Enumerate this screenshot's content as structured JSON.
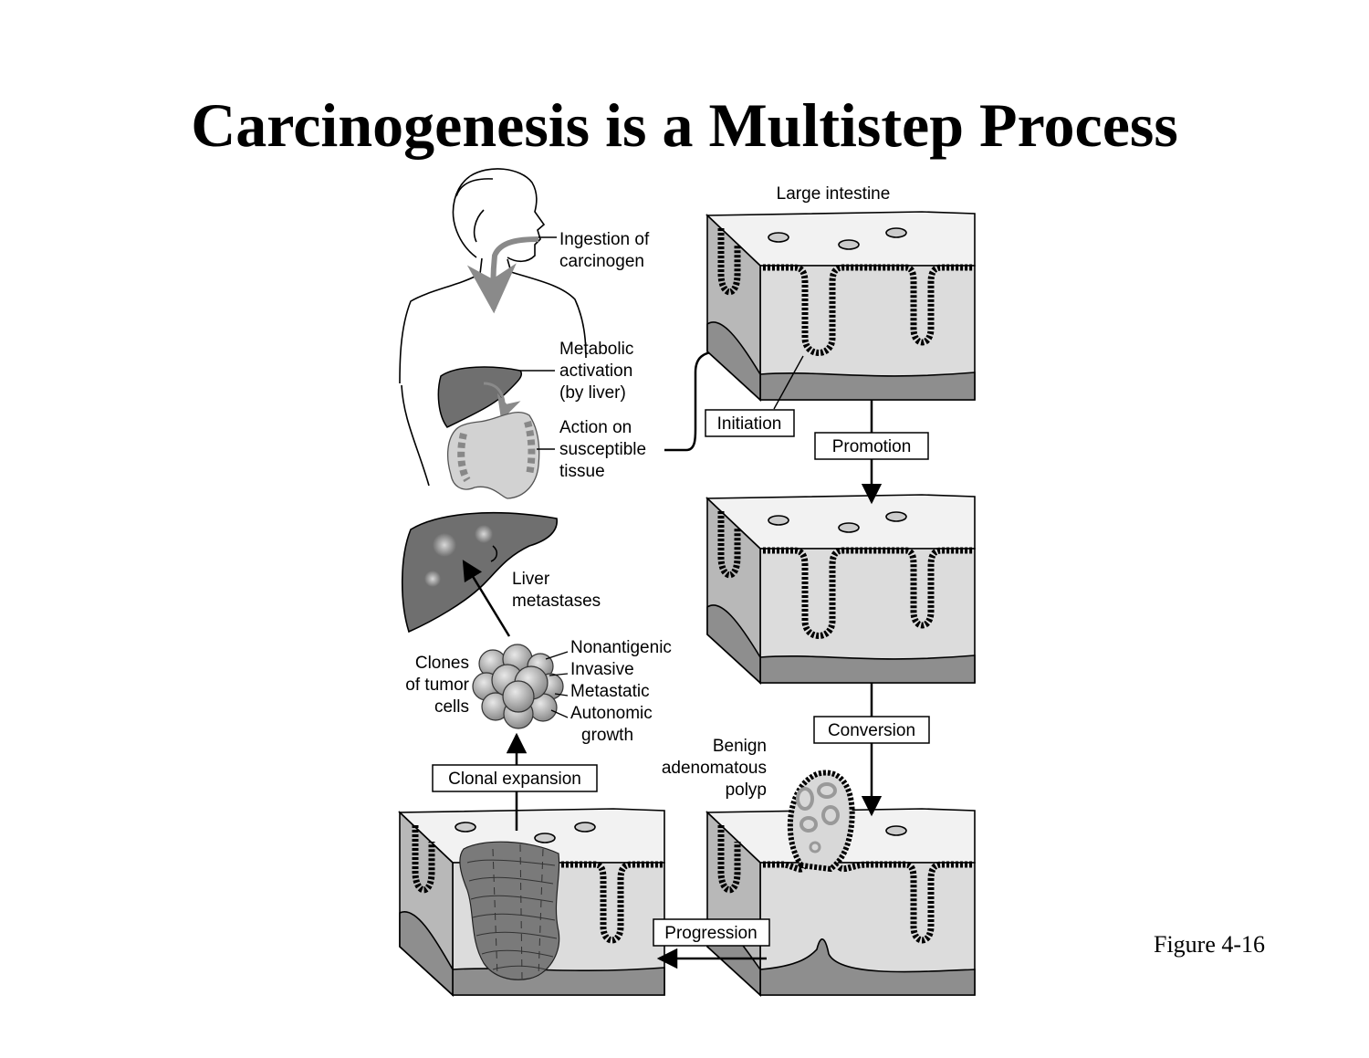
{
  "title": "Carcinogenesis is a Multistep Process",
  "figure_number": "Figure 4-16",
  "labels": {
    "large_intestine": "Large intestine",
    "ingestion": [
      "Ingestion of",
      "carcinogen"
    ],
    "metabolic": [
      "Metabolic",
      "activation",
      "(by liver)"
    ],
    "action": [
      "Action on",
      "susceptible",
      "tissue"
    ],
    "liver_metastases": [
      "Liver",
      "metastases"
    ],
    "clones": [
      "Clones",
      "of tumor",
      "cells"
    ],
    "properties": [
      "Nonantigenic",
      "Invasive",
      "Metastatic",
      "Autonomic",
      "growth"
    ],
    "polyp": [
      "Benign",
      "adenomatous",
      "polyp"
    ]
  },
  "steps": {
    "initiation": "Initiation",
    "promotion": "Promotion",
    "conversion": "Conversion",
    "progression": "Progression",
    "clonal_expansion": "Clonal expansion"
  },
  "colors": {
    "surface": "#f2f2f2",
    "front_face": "#dcdcdc",
    "side_face": "#a6a6a6",
    "submucosa": "#8e8e8e",
    "organ": "#6f6f6f",
    "tumor": "#7a7a7a",
    "intestine": "#d2d2d2"
  }
}
